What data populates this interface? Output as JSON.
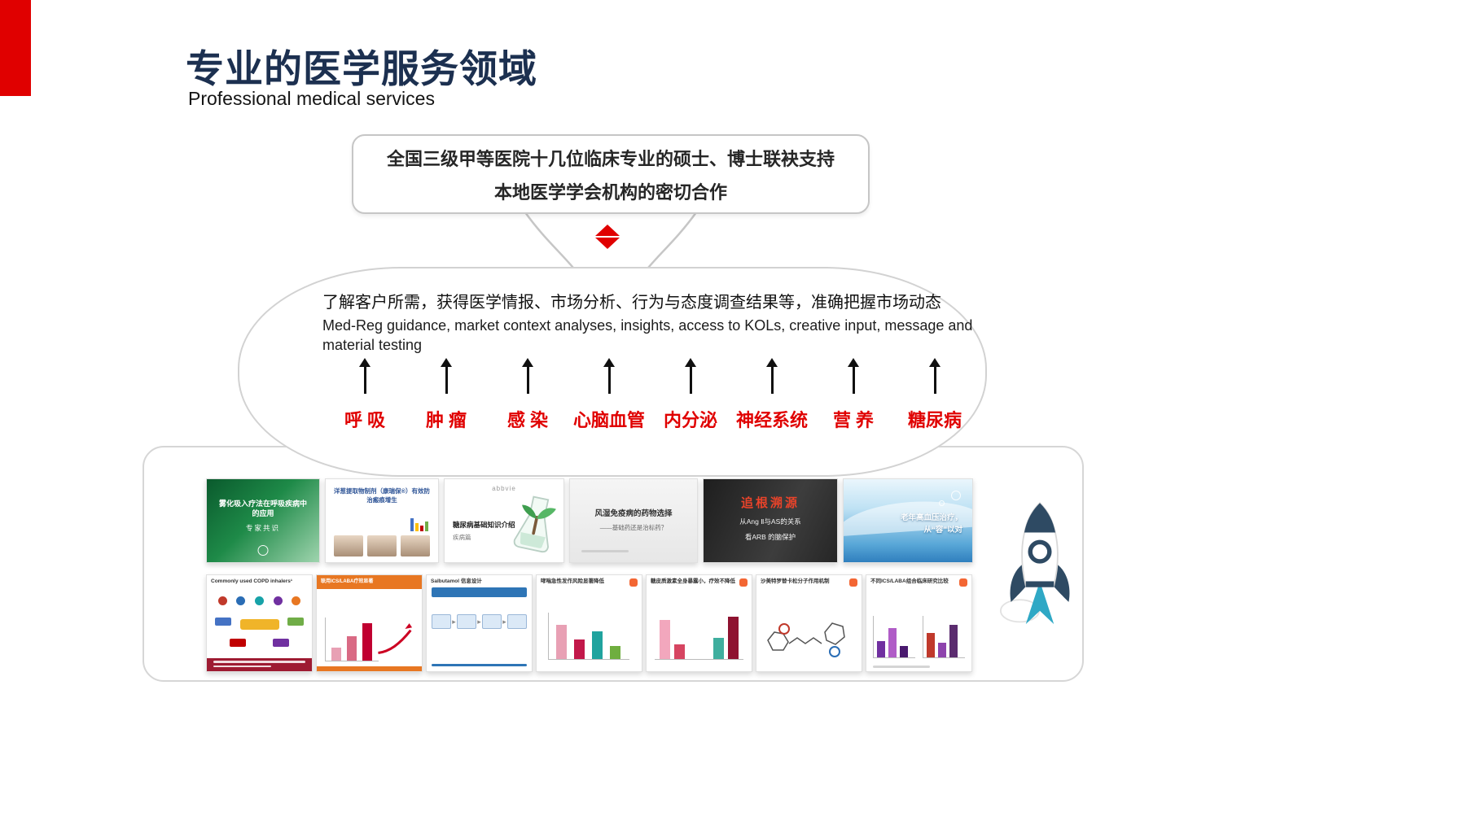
{
  "colors": {
    "accent_red": "#e00000",
    "title_navy": "#1c3050",
    "bubble_border": "#c6c6c6",
    "panel_border": "#d6d6d6",
    "area_label_red": "#e00000"
  },
  "icons": {
    "red-diamond-icon": "css-double-triangle",
    "up-arrow-icon": "css-arrow",
    "rocket-illustration": "inline-svg",
    "corner-accent-bar": "css-rect"
  },
  "header": {
    "title": "专业的医学服务领域",
    "subtitle": "Professional medical services"
  },
  "bubble": {
    "line1": "全国三级甲等医院十几位临床专业的硕士、博士联袂支持",
    "line2": "本地医学学会机构的密切合作"
  },
  "cloud": {
    "cn": "了解客户所需，获得医学情报、市场分析、行为与态度调查结果等，准确把握市场动态",
    "en": "Med-Reg guidance, market context analyses, insights, access to KOLs,  creative input, message and material testing",
    "areas": [
      "呼 吸",
      "肿 瘤",
      "感 染",
      "心脑血管",
      "内分泌",
      "神经系统",
      "营 养",
      "糖尿病"
    ]
  },
  "gallery": {
    "top": [
      {
        "title": "雾化吸入疗法在呼吸疾病中的应用",
        "subtitle": "专家共识"
      },
      {
        "title": "洋葱提取物制剂（康瑞保®）有效防治瘢痕增生"
      },
      {
        "brand": "abbvie",
        "title": "糖尿病基础知识介绍",
        "subtitle": "疾病篇"
      },
      {
        "title": "风湿免疫病的药物选择",
        "subtitle": "——基础药还是治标药？"
      },
      {
        "title": "追根溯源",
        "line1": "从Ang Ⅱ与AS的关系",
        "line2": "看ARB 的脑保护"
      },
      {
        "title": "老年高血压治疗，",
        "subtitle": "从“容”以对"
      }
    ],
    "bottom": [
      {
        "title": "Commonly used COPD inhalers¹"
      },
      {
        "title": "联用ICS/LABA疗效显著"
      },
      {
        "title": "Salbutamol 信息设计"
      },
      {
        "title": "哮喘急性发作风险显著降低"
      },
      {
        "title": "糖皮质激素全身暴露小，疗效不降低"
      },
      {
        "title": "沙美特罗替卡松分子作用机制"
      },
      {
        "title": "不同ICS/LABA组合临床研究比较"
      }
    ]
  }
}
